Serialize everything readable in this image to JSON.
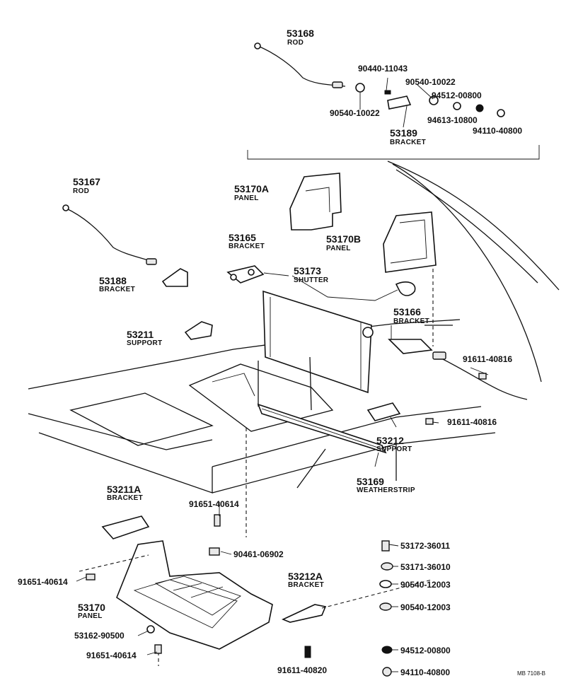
{
  "callouts": [
    {
      "number": "53168",
      "name": "ROD"
    },
    {
      "number": "90440-11043",
      "name": ""
    },
    {
      "number": "90540-10022",
      "name": ""
    },
    {
      "number": "94512-00800",
      "name": ""
    },
    {
      "number": "90540-10022",
      "name": ""
    },
    {
      "number": "94613-10800",
      "name": ""
    },
    {
      "number": "53189",
      "name": "BRACKET"
    },
    {
      "number": "94110-40800",
      "name": ""
    },
    {
      "number": "53167",
      "name": "ROD"
    },
    {
      "number": "53170A",
      "name": "PANEL"
    },
    {
      "number": "53165",
      "name": "BRACKET"
    },
    {
      "number": "53170B",
      "name": "PANEL"
    },
    {
      "number": "53173",
      "name": "SHUTTER"
    },
    {
      "number": "53188",
      "name": "BRACKET"
    },
    {
      "number": "53166",
      "name": "BRACKET"
    },
    {
      "number": "53211",
      "name": "SUPPORT"
    },
    {
      "number": "91611-40816",
      "name": ""
    },
    {
      "number": "91611-40816",
      "name": ""
    },
    {
      "number": "53212",
      "name": "SUPPORT"
    },
    {
      "number": "53169",
      "name": "WEATHERSTRIP"
    },
    {
      "number": "53211A",
      "name": "BRACKET"
    },
    {
      "number": "91651-40614",
      "name": ""
    },
    {
      "number": "90461-06902",
      "name": ""
    },
    {
      "number": "53172-36011",
      "name": ""
    },
    {
      "number": "53171-36010",
      "name": ""
    },
    {
      "number": "91651-40614",
      "name": ""
    },
    {
      "number": "53212A",
      "name": "BRACKET"
    },
    {
      "number": "90540-12003",
      "name": ""
    },
    {
      "number": "53170",
      "name": "PANEL"
    },
    {
      "number": "90540-12003",
      "name": ""
    },
    {
      "number": "53162-90500",
      "name": ""
    },
    {
      "number": "94512-00800",
      "name": ""
    },
    {
      "number": "91651-40614",
      "name": ""
    },
    {
      "number": "91611-40820",
      "name": ""
    },
    {
      "number": "94110-40800",
      "name": ""
    }
  ],
  "drawing_code": "MB 7108-B",
  "colors": {
    "ink": "#111111",
    "paper": "#ffffff"
  }
}
